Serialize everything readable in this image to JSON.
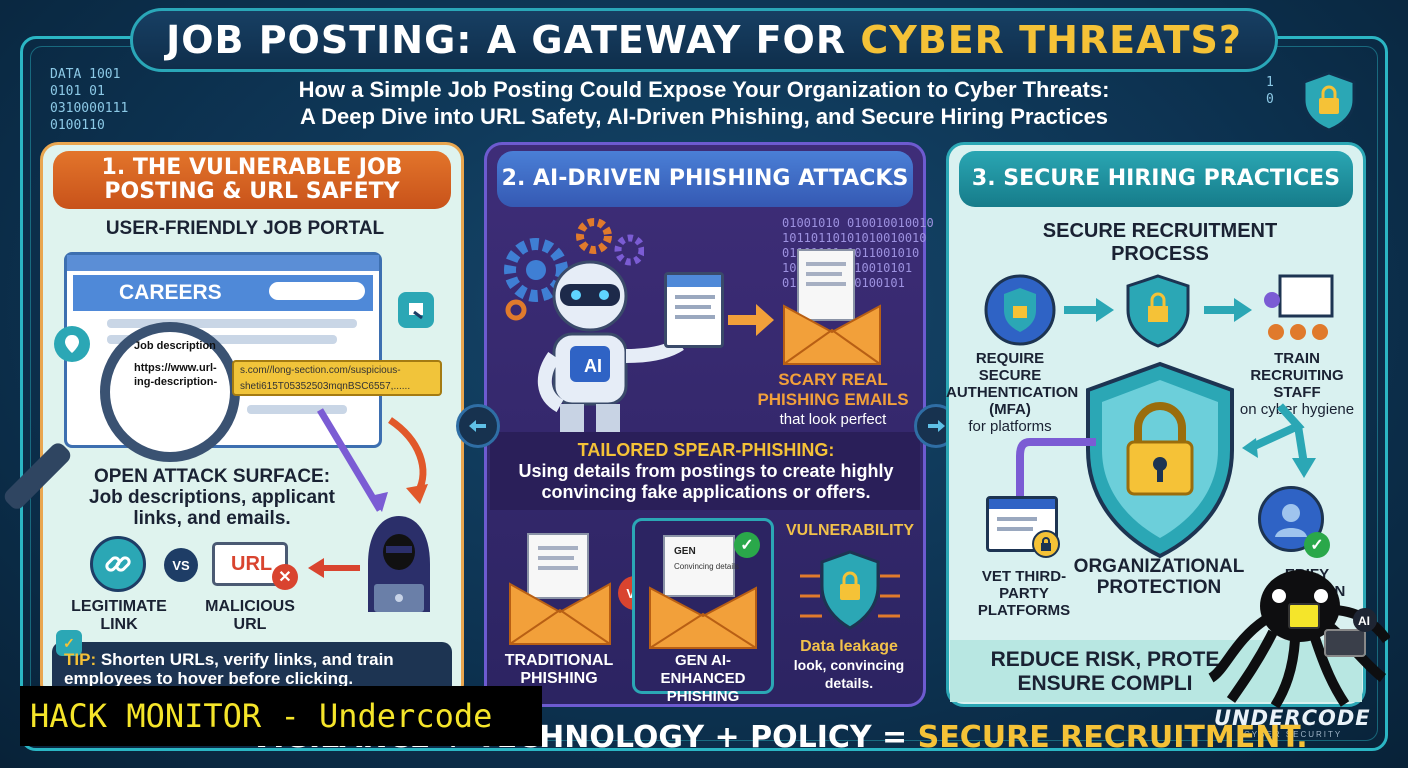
{
  "header": {
    "title_main": "JOB POSTING: A GATEWAY FOR ",
    "title_highlight": "CYBER THREATS?",
    "subtitle_line1": "How a Simple Job Posting Could Expose Your Organization to Cyber Threats:",
    "subtitle_line2": "A Deep Dive into URL Safety, AI-Driven Phishing, and Secure Hiring Practices"
  },
  "code_left": [
    "DATA 1001",
    "0101 01",
    "0310000111",
    "0100110"
  ],
  "code_right": [
    "1",
    "0"
  ],
  "panel1": {
    "heading": "1. THE VULNERABLE JOB POSTING & URL SAFETY",
    "portal_label": "USER-FRIENDLY JOB PORTAL",
    "careers": "CAREERS",
    "mag_label": "Job description",
    "mag_url1": "https://www.url-",
    "mag_url2": "ing-description-",
    "strip_line1": "s.com//long-section.com/suspicious-",
    "strip_line2": "sheti615T05352503mqnBSC6557,......",
    "attack_title": "OPEN ATTACK SURFACE:",
    "attack_desc": "Job descriptions, applicant links, and emails.",
    "legit_label": "LEGITIMATE LINK",
    "vs": "VS",
    "url_text": "URL",
    "malicious_label": "MALICIOUS URL",
    "tip_label": "TIP:",
    "tip_text": "Shorten URLs, verify links, and train employees to hover before clicking."
  },
  "panel2": {
    "heading": "2. AI-DRIVEN PHISHING ATTACKS",
    "binary_lines": [
      "01001010 010010010010",
      "10110110101010010010",
      "01101101 1011001010",
      "1010010 1010010101",
      "01011001 10100101"
    ],
    "ai_badge": "AI",
    "scary_line1": "SCARY REAL",
    "scary_line2": "PHISHING EMAILS",
    "scary_sub": "that look perfect",
    "spear_title": "TAILORED SPEAR-PHISHING:",
    "spear_desc": "Using details from postings to create highly convincing fake applications or offers.",
    "traditional_label": "TRADITIONAL PHISHING",
    "vs": "VS",
    "gen_doc_title": "GEN",
    "gen_doc_sub": "Convincing details",
    "gen_label": "GEN AI-ENHANCED PHISHING",
    "vuln_title": "VULNERABILITY",
    "vuln_line1": "Data leakage",
    "vuln_line2": "look, convincing details."
  },
  "panel3": {
    "heading": "3. SECURE HIRING PRACTICES",
    "process_title": "SECURE RECRUITMENT PROCESS",
    "mfa_title": "REQUIRE SECURE AUTHENTICATION (MFA)",
    "mfa_sub": "for platforms",
    "train_title": "TRAIN RECRUITING STAFF",
    "train_sub": "on cyber hygiene",
    "org_label": "ORGANIZATIONAL PROTECTION",
    "vet_label": "VET THIRD-PARTY PLATFORMS",
    "verify_label": "ERIFY APPLICAN",
    "reduce_line1": "REDUCE RISK, PROTE",
    "reduce_line2": "ENSURE COMPLI"
  },
  "footer": {
    "formula_prefix": "VIGILANCE + TECHNOLOGY + POLICY = ",
    "formula_highlight": "SECURE RECRUITMENT."
  },
  "watermark": {
    "hack_monitor": "HACK MONITOR - Undercode",
    "logo": "UNDERCODE",
    "logo_sub": "CYBER SECURITY",
    "ai_tag": "AI"
  },
  "colors": {
    "accent_yellow": "#f5c237",
    "panel1_header": "#e3752b",
    "panel2_header": "#4a7fd6",
    "panel3_header": "#2aa6b3",
    "background": "#0d3352"
  }
}
